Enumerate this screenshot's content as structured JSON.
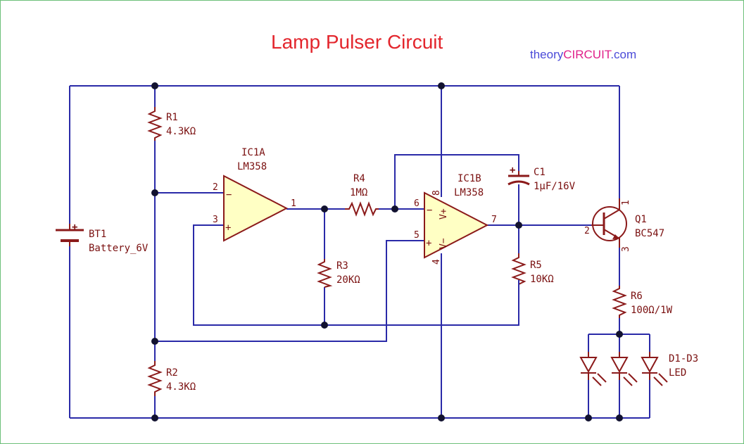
{
  "title": "Lamp Pulser Circuit",
  "brand": {
    "prefix": "theory",
    "middle": "CIRCUIT",
    "suffix": ".com"
  },
  "colors": {
    "wire": "#2a2aa8",
    "component": "#8b1a1a",
    "title": "#e3262d",
    "ic_fill": "#ffffc4",
    "brand_prefix": "#4a4ad8",
    "brand_middle": "#e0208a",
    "brand_suffix": "#4a4ad8"
  },
  "components": {
    "r1": {
      "ref": "R1",
      "value": "4.3KΩ"
    },
    "r2": {
      "ref": "R2",
      "value": "4.3KΩ"
    },
    "r3": {
      "ref": "R3",
      "value": "20KΩ"
    },
    "r4": {
      "ref": "R4",
      "value": "1MΩ"
    },
    "r5": {
      "ref": "R5",
      "value": "10KΩ"
    },
    "r6": {
      "ref": "R6",
      "value": "100Ω/1W"
    },
    "c1": {
      "ref": "C1",
      "value": "1µF/16V"
    },
    "bt1": {
      "ref": "BT1",
      "value": "Battery_6V"
    },
    "ic1a": {
      "ref": "IC1A",
      "value": "LM358"
    },
    "ic1b": {
      "ref": "IC1B",
      "value": "LM358"
    },
    "q1": {
      "ref": "Q1",
      "value": "BC547"
    },
    "leds": {
      "ref": "D1-D3",
      "value": "LED"
    }
  },
  "pins": {
    "ic1a_inv": "2",
    "ic1a_noninv": "3",
    "ic1a_out": "1",
    "ic1b_inv": "6",
    "ic1b_noninv": "5",
    "ic1b_out": "7",
    "ic1b_vplus": "8",
    "ic1b_vminus": "4",
    "q1_collector": "1",
    "q1_base": "2",
    "q1_emitter": "3"
  },
  "signs": {
    "minus": "−",
    "plus": "+",
    "v_plus": "V+",
    "v_minus": "V−"
  }
}
